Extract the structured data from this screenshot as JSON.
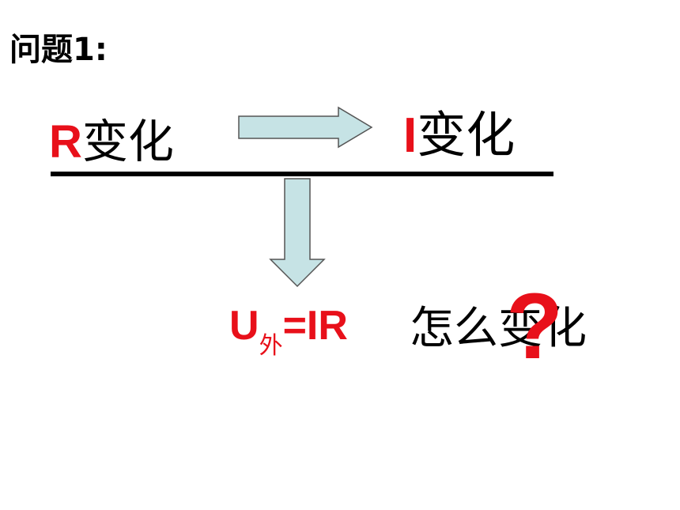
{
  "title": "问题1:",
  "left_term": {
    "symbol": "R",
    "text": "变化"
  },
  "right_term": {
    "symbol": "I",
    "text": "变化"
  },
  "equation": {
    "main_a": "U",
    "subscript": "外",
    "main_b": "=IR"
  },
  "question": {
    "text": "怎么变化",
    "mark": "?"
  },
  "colors": {
    "accent_red": "#e8101a",
    "arrow_fill": "#c6e3e5",
    "arrow_stroke": "#555555"
  }
}
